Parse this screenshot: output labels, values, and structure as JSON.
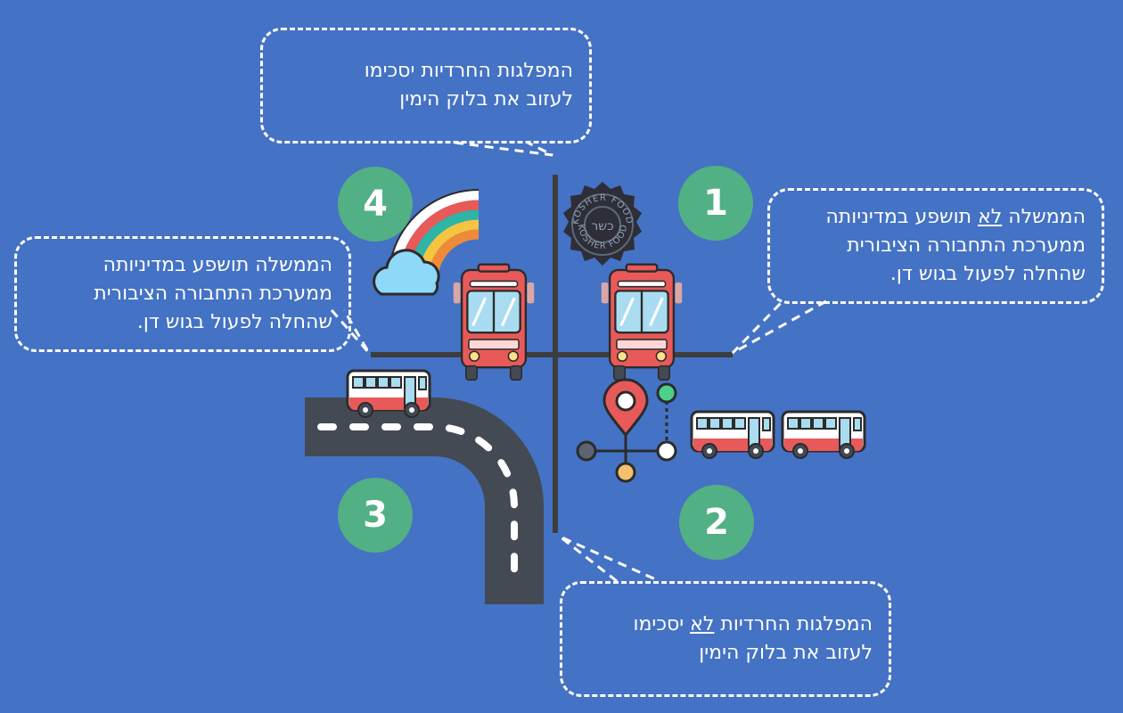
{
  "quadrants": {
    "q1": {
      "number": "1",
      "text_pre": "הממשלה ",
      "text_emph": "לא",
      "text_post": " תושפע במדיניותה",
      "line2": "ממערכת התחבורה הציבורית",
      "line3": "שהחלה לפעול בגוש דן."
    },
    "q2": {
      "number": "2",
      "text_pre": "המפלגות החרדיות ",
      "text_emph": "לא",
      "text_post": " יסכימו",
      "line2": "לעזוב את בלוק הימין"
    },
    "q3": {
      "number": "3",
      "line1": "הממשלה תושפע במדיניותה",
      "line2": "ממערכת התחבורה הציבורית",
      "line3": "שהחלה לפעול בגוש דן."
    },
    "q4": {
      "number": "4",
      "line1": "המפלגות החרדיות יסכימו",
      "line2": "לעזוב את בלוק הימין"
    }
  },
  "seal": {
    "top_text": "KOSHER FOOD",
    "bottom_text": "KOSHER FOOD",
    "center_text": "כשר"
  },
  "icons": [
    "rainbow-icon",
    "kosher-seal-icon",
    "front-bus-icon",
    "side-bus-icon",
    "road-icon",
    "route-map-icon"
  ],
  "colors": {
    "background": "#4472c4",
    "badge": "#52b085",
    "bus_red": "#e85a5a",
    "road": "#434a54",
    "axis": "#3d3d3d"
  }
}
